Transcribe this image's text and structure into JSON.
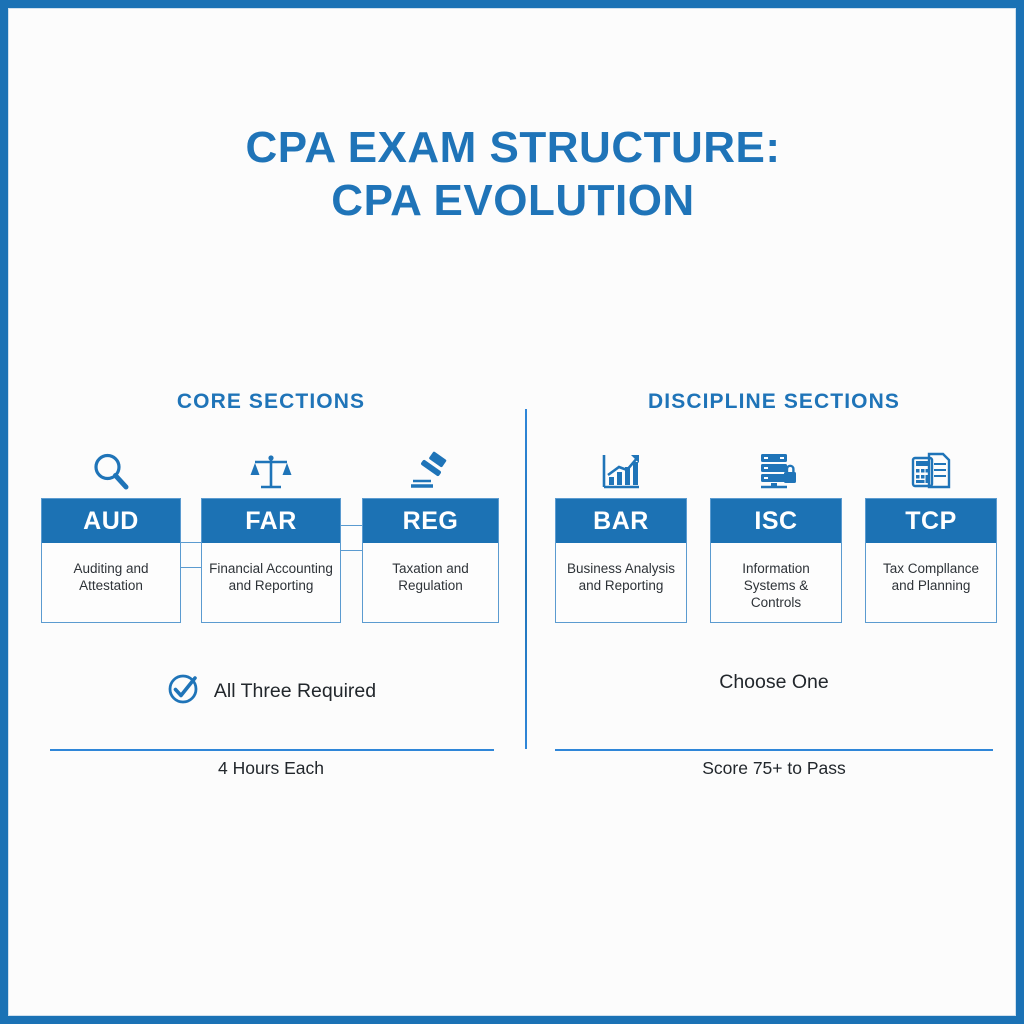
{
  "theme": {
    "frame_border": "#1b72b5",
    "canvas": "#fcfcfc",
    "accent": "#1f74b8",
    "card_header": "#1c72b4",
    "card_border": "#5b9bd0",
    "text": "#22272c"
  },
  "title": {
    "line1": "CPA EXAM STRUCTURE:",
    "line2": "CPA EVOLUTION"
  },
  "core": {
    "heading": "CORE SECTIONS",
    "note": "All Three Required",
    "note_icon": "check-circle-icon",
    "footnote": "4 Hours Each",
    "cards": [
      {
        "code": "AUD",
        "name": "Auditing and Attestation",
        "icon": "magnifier-icon"
      },
      {
        "code": "FAR",
        "name": "Financial Accounting and Reporting",
        "icon": "scales-icon"
      },
      {
        "code": "REG",
        "name": "Taxation and Regulation",
        "icon": "gavel-icon"
      }
    ]
  },
  "discipline": {
    "heading": "DISCIPLINE SECTIONS",
    "note": "Choose One",
    "footnote": "Score 75+ to Pass",
    "cards": [
      {
        "code": "BAR",
        "name": "Business Analysis and Reporting",
        "icon": "growth-chart-icon"
      },
      {
        "code": "ISC",
        "name": "Information Systems & Controls",
        "icon": "server-lock-icon"
      },
      {
        "code": "TCP",
        "name": "Tax Compllance and Planning",
        "icon": "calculator-document-icon"
      }
    ]
  }
}
